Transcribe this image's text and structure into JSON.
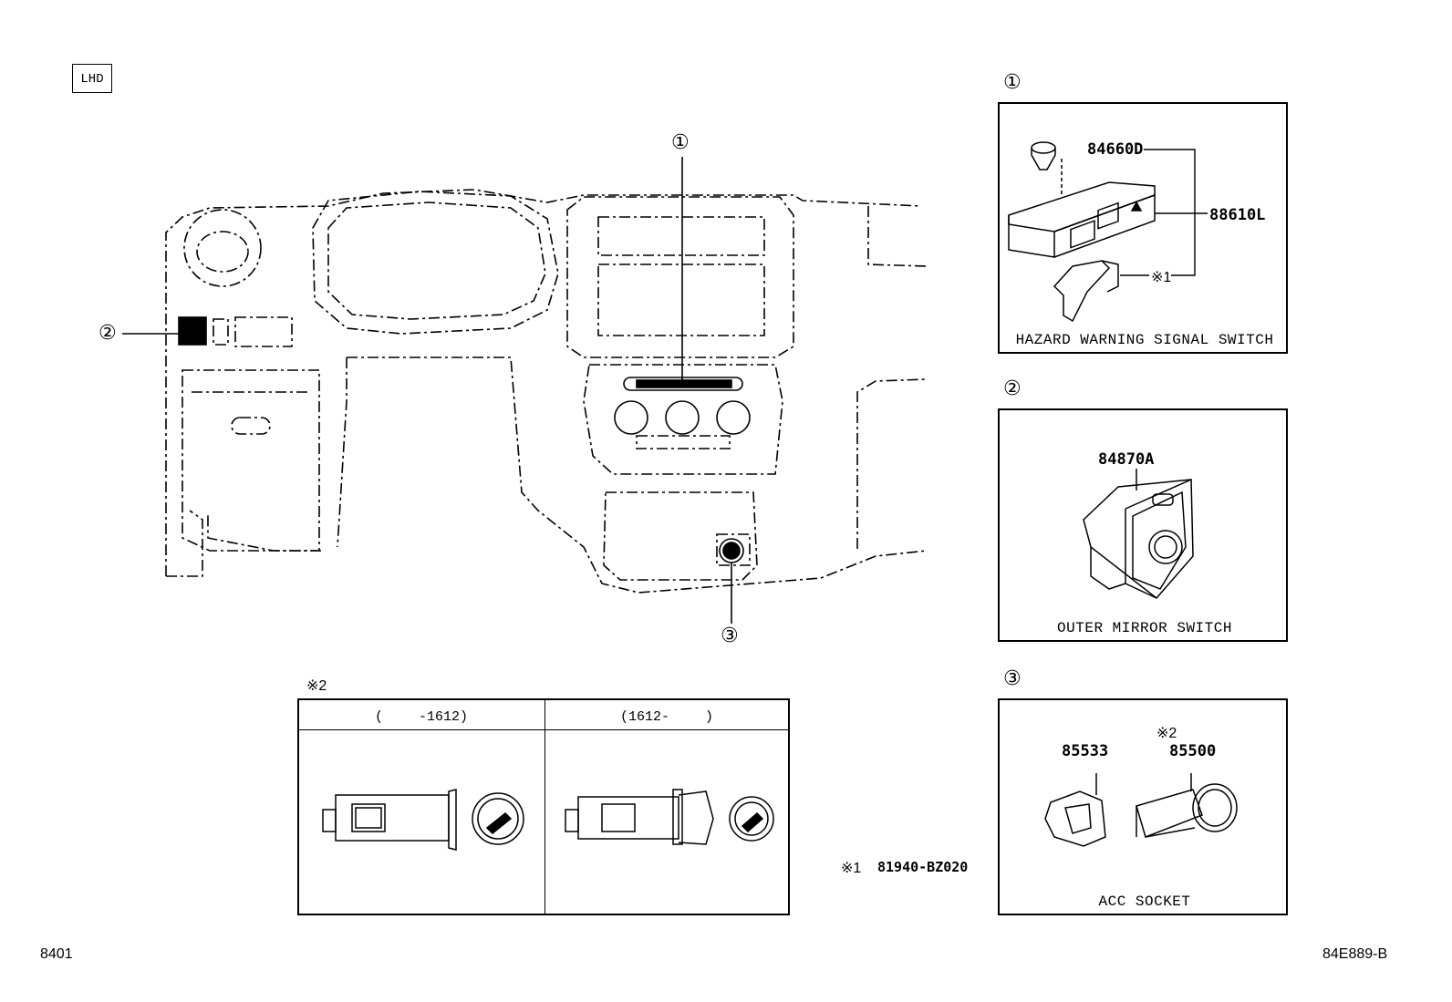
{
  "view_label": "LHD",
  "callouts": {
    "c1": "①",
    "c2": "②",
    "c3": "③"
  },
  "panel1": {
    "title": "①",
    "parts": [
      "84660D",
      "88610L"
    ],
    "note_ref": "※1",
    "caption": "HAZARD WARNING SIGNAL SWITCH"
  },
  "panel2": {
    "title": "②",
    "parts": [
      "84870A"
    ],
    "caption": "OUTER MIRROR SWITCH"
  },
  "panel3": {
    "title": "③",
    "parts": [
      "85533",
      "85500"
    ],
    "note_ref": "※2",
    "caption": "ACC SOCKET"
  },
  "lighter_table": {
    "note_ref": "※2",
    "headers": [
      "(　　 -1612)",
      "(1612-　　 )"
    ]
  },
  "footnote": {
    "ref": "※1",
    "part": "81940-BZ020"
  },
  "page_number": "8401",
  "figure_code": "84E889-B",
  "colors": {
    "line": "#000000",
    "background": "#ffffff"
  },
  "icons": [
    "hazard-switch",
    "mirror-switch",
    "acc-socket",
    "cigarette-lighter",
    "dashboard"
  ]
}
